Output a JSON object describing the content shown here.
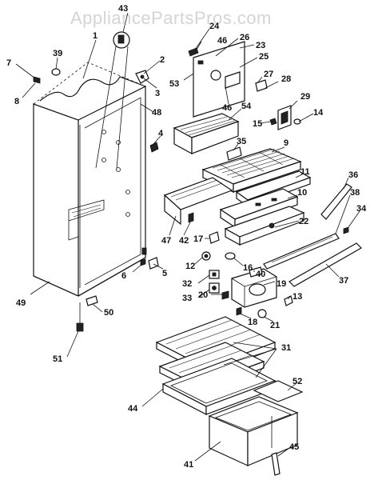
{
  "watermark": "AppliancePartsPros.com",
  "callouts": {
    "c1": "1",
    "c2": "2",
    "c3": "3",
    "c4": "4",
    "c5": "5",
    "c6": "6",
    "c7": "7",
    "c8": "8",
    "c9": "9",
    "c10": "10",
    "c11": "11",
    "c12": "12",
    "c13": "13",
    "c14": "14",
    "c15": "15",
    "c16": "16",
    "c17": "17",
    "c18": "18",
    "c19": "19",
    "c20": "20",
    "c21": "21",
    "c22": "22",
    "c23": "23",
    "c24": "24",
    "c25": "25",
    "c26": "26",
    "c27": "27",
    "c28": "28",
    "c29": "29",
    "c31": "31",
    "c32": "32",
    "c33": "33",
    "c34": "34",
    "c35": "35",
    "c36": "36",
    "c37": "37",
    "c38": "38",
    "c39": "39",
    "c40": "40",
    "c41": "41",
    "c42": "42",
    "c43": "43",
    "c44": "44",
    "c45": "45",
    "c46a": "46",
    "c46b": "46",
    "c47": "47",
    "c48": "48",
    "c49": "49",
    "c50": "50",
    "c51": "51",
    "c52": "52",
    "c53": "53",
    "c54": "54"
  }
}
